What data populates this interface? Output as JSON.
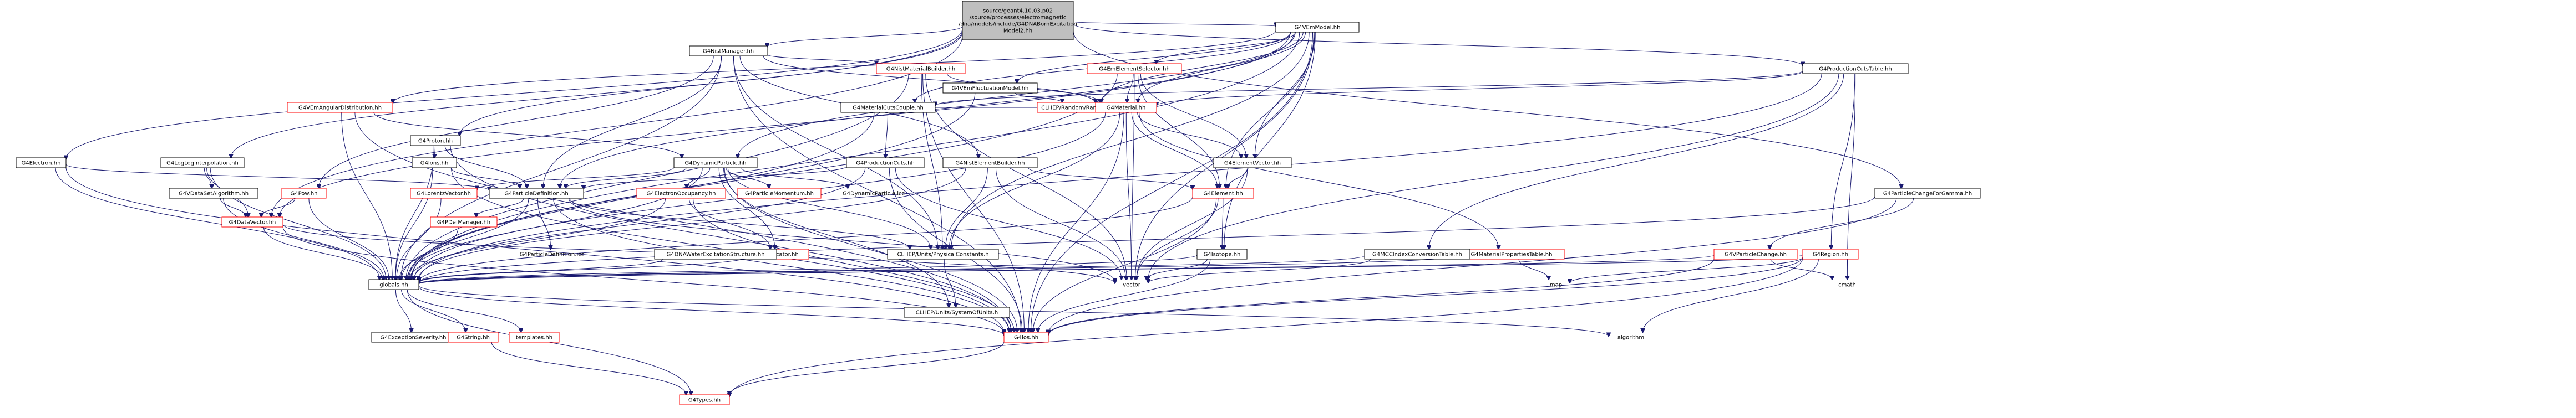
{
  "graph": {
    "title": "",
    "nodes": [
      {
        "id": "root",
        "label": [
          "source/geant4.10.03.p02",
          "/source/processes/electromagnetic",
          "/dna/models/include/G4DNABornExcitation",
          "Model2.hh"
        ],
        "style": "root"
      },
      {
        "id": "G4VEmModel",
        "label": [
          "G4VEmModel.hh"
        ],
        "style": "black"
      },
      {
        "id": "G4NistManager",
        "label": [
          "G4NistManager.hh"
        ],
        "style": "black"
      },
      {
        "id": "G4Electron",
        "label": [
          "G4Electron.hh"
        ],
        "style": "black"
      },
      {
        "id": "G4LogLogInterpolation",
        "label": [
          "G4LogLogInterpolation.hh"
        ],
        "style": "black"
      },
      {
        "id": "G4Proton",
        "label": [
          "G4Proton.hh"
        ],
        "style": "black"
      },
      {
        "id": "G4ProductionCutsTable",
        "label": [
          "G4ProductionCutsTable.hh"
        ],
        "style": "black"
      },
      {
        "id": "G4ParticleChangeForGamma",
        "label": [
          "G4ParticleChangeForGamma.hh"
        ],
        "style": "black"
      },
      {
        "id": "G4NistMaterialBuilder",
        "label": [
          "G4NistMaterialBuilder.hh"
        ],
        "style": "red"
      },
      {
        "id": "G4VEmFluctuationModel",
        "label": [
          "G4VEmFluctuationModel.hh"
        ],
        "style": "black"
      },
      {
        "id": "G4EmElementSelector",
        "label": [
          "G4EmElementSelector.hh"
        ],
        "style": "red"
      },
      {
        "id": "G4VEmAngularDistribution",
        "label": [
          "G4VEmAngularDistribution.hh"
        ],
        "style": "red"
      },
      {
        "id": "G4MaterialCutsCouple",
        "label": [
          "G4MaterialCutsCouple.hh"
        ],
        "style": "black"
      },
      {
        "id": "CLHEPRandom",
        "label": [
          "CLHEP/Random/RandomEngine.h"
        ],
        "style": "red"
      },
      {
        "id": "G4Material",
        "label": [
          "G4Material.hh"
        ],
        "style": "red"
      },
      {
        "id": "G4Ions",
        "label": [
          "G4Ions.hh"
        ],
        "style": "black"
      },
      {
        "id": "G4DynamicParticle",
        "label": [
          "G4DynamicParticle.hh"
        ],
        "style": "black"
      },
      {
        "id": "G4ProductionCuts",
        "label": [
          "G4ProductionCuts.hh"
        ],
        "style": "black"
      },
      {
        "id": "G4NistElementBuilder",
        "label": [
          "G4NistElementBuilder.hh"
        ],
        "style": "black"
      },
      {
        "id": "G4ElementVector",
        "label": [
          "G4ElementVector.hh"
        ],
        "style": "black"
      },
      {
        "id": "G4VDataSetAlgorithm",
        "label": [
          "G4VDataSetAlgorithm.hh"
        ],
        "style": "black"
      },
      {
        "id": "G4Pow",
        "label": [
          "G4Pow.hh"
        ],
        "style": "red"
      },
      {
        "id": "G4LorentzVector",
        "label": [
          "G4LorentzVector.hh"
        ],
        "style": "red"
      },
      {
        "id": "G4ParticleDefinition",
        "label": [
          "G4ParticleDefinition.hh"
        ],
        "style": "black"
      },
      {
        "id": "G4ElectronOccupancy",
        "label": [
          "G4ElectronOccupancy.hh"
        ],
        "style": "red"
      },
      {
        "id": "G4ParticleMomentum",
        "label": [
          "G4ParticleMomentum.hh"
        ],
        "style": "red"
      },
      {
        "id": "G4DynamicParticleIcc",
        "label": [
          "G4DynamicParticle.icc"
        ],
        "style": "plain"
      },
      {
        "id": "G4Element",
        "label": [
          "G4Element.hh"
        ],
        "style": "red"
      },
      {
        "id": "G4MaterialPropertiesTable",
        "label": [
          "G4MaterialPropertiesTable.hh"
        ],
        "style": "red"
      },
      {
        "id": "G4MCCIndexConversionTable",
        "label": [
          "G4MCCIndexConversionTable.hh"
        ],
        "style": "black"
      },
      {
        "id": "G4VParticleChange",
        "label": [
          "G4VParticleChange.hh"
        ],
        "style": "red"
      },
      {
        "id": "G4Region",
        "label": [
          "G4Region.hh"
        ],
        "style": "red"
      },
      {
        "id": "G4PDefManager",
        "label": [
          "G4PDefManager.hh"
        ],
        "style": "red"
      },
      {
        "id": "G4DataVector",
        "label": [
          "G4DataVector.hh"
        ],
        "style": "red"
      },
      {
        "id": "G4ParticleDefinitionIcc",
        "label": [
          "G4ParticleDefinition.icc"
        ],
        "style": "plain"
      },
      {
        "id": "G4Allocator",
        "label": [
          "G4Allocator.hh"
        ],
        "style": "red"
      },
      {
        "id": "G4DNAWaterExcitationStructure",
        "label": [
          "G4DNAWaterExcitationStructure.hh"
        ],
        "style": "black"
      },
      {
        "id": "CLHEPPhysConst",
        "label": [
          "CLHEP/Units/PhysicalConstants.h"
        ],
        "style": "black"
      },
      {
        "id": "G4Isotope",
        "label": [
          "G4Isotope.hh"
        ],
        "style": "black"
      },
      {
        "id": "vector",
        "label": [
          "vector"
        ],
        "style": "plain"
      },
      {
        "id": "map",
        "label": [
          "map"
        ],
        "style": "plain"
      },
      {
        "id": "cmath",
        "label": [
          "cmath"
        ],
        "style": "plain"
      },
      {
        "id": "globals",
        "label": [
          "globals.hh"
        ],
        "style": "black"
      },
      {
        "id": "CLHEPSystemOfUnits",
        "label": [
          "CLHEP/Units/SystemOfUnits.h"
        ],
        "style": "black"
      },
      {
        "id": "algorithm",
        "label": [
          "algorithm"
        ],
        "style": "plain"
      },
      {
        "id": "G4ExceptionSeverity",
        "label": [
          "G4ExceptionSeverity.hh"
        ],
        "style": "black"
      },
      {
        "id": "G4String",
        "label": [
          "G4String.hh"
        ],
        "style": "red"
      },
      {
        "id": "templates",
        "label": [
          "templates.hh"
        ],
        "style": "red"
      },
      {
        "id": "G4ios",
        "label": [
          "G4ios.hh"
        ],
        "style": "red"
      },
      {
        "id": "G4Types",
        "label": [
          "G4Types.hh"
        ],
        "style": "red"
      }
    ],
    "edges": [
      [
        "root",
        "G4VEmModel"
      ],
      [
        "root",
        "G4NistManager"
      ],
      [
        "root",
        "G4Electron"
      ],
      [
        "root",
        "G4LogLogInterpolation"
      ],
      [
        "root",
        "G4Proton"
      ],
      [
        "root",
        "G4ProductionCutsTable"
      ],
      [
        "root",
        "G4ParticleChangeForGamma"
      ],
      [
        "root",
        "G4DataVector"
      ],
      [
        "G4VEmModel",
        "G4VEmFluctuationModel"
      ],
      [
        "G4VEmModel",
        "G4EmElementSelector"
      ],
      [
        "G4VEmModel",
        "G4MaterialCutsCouple"
      ],
      [
        "G4VEmModel",
        "CLHEPRandom"
      ],
      [
        "G4VEmModel",
        "G4Material"
      ],
      [
        "G4VEmModel",
        "G4ElementVector"
      ],
      [
        "G4VEmModel",
        "G4Element"
      ],
      [
        "G4VEmModel",
        "G4Isotope"
      ],
      [
        "G4VEmModel",
        "G4DataVector"
      ],
      [
        "G4VEmModel",
        "G4VEmAngularDistribution"
      ],
      [
        "G4VEmModel",
        "G4DynamicParticle"
      ],
      [
        "G4VEmModel",
        "G4ParticleDefinition"
      ],
      [
        "G4VEmModel",
        "CLHEPPhysConst"
      ],
      [
        "G4VEmModel",
        "vector"
      ],
      [
        "G4VEmModel",
        "globals"
      ],
      [
        "G4VEmModel",
        "G4ios"
      ],
      [
        "G4NistManager",
        "G4NistMaterialBuilder"
      ],
      [
        "G4NistManager",
        "G4NistElementBuilder"
      ],
      [
        "G4NistManager",
        "G4Material"
      ],
      [
        "G4NistManager",
        "G4Pow"
      ],
      [
        "G4NistManager",
        "CLHEPPhysConst"
      ],
      [
        "G4NistManager",
        "globals"
      ],
      [
        "G4NistManager",
        "G4ios"
      ],
      [
        "G4NistManager",
        "G4ParticleDefinition"
      ],
      [
        "G4NistMaterialBuilder",
        "G4Material"
      ],
      [
        "G4NistMaterialBuilder",
        "G4ios"
      ],
      [
        "G4NistMaterialBuilder",
        "globals"
      ],
      [
        "G4NistMaterialBuilder",
        "vector"
      ],
      [
        "G4NistMaterialBuilder",
        "CLHEPPhysConst"
      ],
      [
        "G4NistElementBuilder",
        "CLHEPPhysConst"
      ],
      [
        "G4NistElementBuilder",
        "G4Element"
      ],
      [
        "G4NistElementBuilder",
        "vector"
      ],
      [
        "G4NistElementBuilder",
        "globals"
      ],
      [
        "G4EmElementSelector",
        "G4Material"
      ],
      [
        "G4EmElementSelector",
        "G4Element"
      ],
      [
        "G4EmElementSelector",
        "G4ElementVector"
      ],
      [
        "G4EmElementSelector",
        "vector"
      ],
      [
        "G4EmElementSelector",
        "globals"
      ],
      [
        "G4VEmFluctuationModel",
        "CLHEPRandom"
      ],
      [
        "G4VEmFluctuationModel",
        "globals"
      ],
      [
        "G4MaterialCutsCouple",
        "G4ProductionCuts"
      ],
      [
        "G4MaterialCutsCouple",
        "G4Material"
      ],
      [
        "G4MaterialCutsCouple",
        "globals"
      ],
      [
        "G4ProductionCuts",
        "G4ParticleDefinition"
      ],
      [
        "G4ProductionCuts",
        "vector"
      ],
      [
        "G4ProductionCuts",
        "globals"
      ],
      [
        "G4ProductionCuts",
        "G4ios"
      ],
      [
        "G4Material",
        "G4ElementVector"
      ],
      [
        "G4Material",
        "G4Element"
      ],
      [
        "G4Material",
        "G4MaterialPropertiesTable"
      ],
      [
        "G4Material",
        "vector"
      ],
      [
        "G4Material",
        "globals"
      ],
      [
        "G4Material",
        "G4ios"
      ],
      [
        "G4Material",
        "CLHEPPhysConst"
      ],
      [
        "G4ElementVector",
        "G4Element"
      ],
      [
        "G4ElementVector",
        "vector"
      ],
      [
        "G4Element",
        "G4Isotope"
      ],
      [
        "G4Element",
        "vector"
      ],
      [
        "G4Element",
        "globals"
      ],
      [
        "G4Element",
        "G4ios"
      ],
      [
        "G4Isotope",
        "vector"
      ],
      [
        "G4Isotope",
        "globals"
      ],
      [
        "G4Isotope",
        "G4ios"
      ],
      [
        "G4MaterialPropertiesTable",
        "map"
      ],
      [
        "G4MaterialPropertiesTable",
        "globals"
      ],
      [
        "G4ProductionCutsTable",
        "G4MaterialCutsCouple"
      ],
      [
        "G4ProductionCutsTable",
        "G4Material"
      ],
      [
        "G4ProductionCutsTable",
        "G4Region"
      ],
      [
        "G4ProductionCutsTable",
        "G4MCCIndexConversionTable"
      ],
      [
        "G4ProductionCutsTable",
        "vector"
      ],
      [
        "G4ProductionCutsTable",
        "globals"
      ],
      [
        "G4ProductionCutsTable",
        "cmath"
      ],
      [
        "G4MCCIndexConversionTable",
        "vector"
      ],
      [
        "G4MCCIndexConversionTable",
        "globals"
      ],
      [
        "G4Region",
        "G4ios"
      ],
      [
        "G4Region",
        "G4Types"
      ],
      [
        "G4Region",
        "algorithm"
      ],
      [
        "G4Region",
        "map"
      ],
      [
        "G4Region",
        "globals"
      ],
      [
        "G4ParticleChangeForGamma",
        "G4VParticleChange"
      ],
      [
        "G4ParticleChangeForGamma",
        "globals"
      ],
      [
        "G4ParticleChangeForGamma",
        "G4ios"
      ],
      [
        "G4VParticleChange",
        "globals"
      ],
      [
        "G4VParticleChange",
        "G4ios"
      ],
      [
        "G4VParticleChange",
        "cmath"
      ],
      [
        "G4Electron",
        "G4ParticleDefinition"
      ],
      [
        "G4Electron",
        "globals"
      ],
      [
        "G4Electron",
        "G4ios"
      ],
      [
        "G4Proton",
        "G4ParticleDefinition"
      ],
      [
        "G4Proton",
        "G4Ions"
      ],
      [
        "G4Proton",
        "globals"
      ],
      [
        "G4Proton",
        "G4ios"
      ],
      [
        "G4Ions",
        "G4ParticleDefinition"
      ],
      [
        "G4Ions",
        "globals"
      ],
      [
        "G4Ions",
        "G4ios"
      ],
      [
        "G4LogLogInterpolation",
        "G4VDataSetAlgorithm"
      ],
      [
        "G4LogLogInterpolation",
        "G4DataVector"
      ],
      [
        "G4LogLogInterpolation",
        "globals"
      ],
      [
        "G4VDataSetAlgorithm",
        "G4DataVector"
      ],
      [
        "G4VDataSetAlgorithm",
        "globals"
      ],
      [
        "G4VEmAngularDistribution",
        "G4DynamicParticle"
      ],
      [
        "G4VEmAngularDistribution",
        "globals"
      ],
      [
        "G4VEmAngularDistribution",
        "G4ios"
      ],
      [
        "G4DynamicParticle",
        "G4ParticleDefinition"
      ],
      [
        "G4DynamicParticle",
        "G4LorentzVector"
      ],
      [
        "G4DynamicParticle",
        "G4ElectronOccupancy"
      ],
      [
        "G4DynamicParticle",
        "G4ParticleMomentum"
      ],
      [
        "G4DynamicParticle",
        "G4DynamicParticleIcc"
      ],
      [
        "G4DynamicParticle",
        "G4Allocator"
      ],
      [
        "G4DynamicParticle",
        "CLHEPPhysConst"
      ],
      [
        "G4DynamicParticle",
        "globals"
      ],
      [
        "G4DynamicParticle",
        "G4ios"
      ],
      [
        "G4DynamicParticle",
        "CLHEPSystemOfUnits"
      ],
      [
        "G4ElectronOccupancy",
        "G4Allocator"
      ],
      [
        "G4ElectronOccupancy",
        "globals"
      ],
      [
        "G4ElectronOccupancy",
        "G4ios"
      ],
      [
        "G4ParticleDefinition",
        "G4PDefManager"
      ],
      [
        "G4ParticleDefinition",
        "G4ParticleDefinitionIcc"
      ],
      [
        "G4ParticleDefinition",
        "vector"
      ],
      [
        "G4ParticleDefinition",
        "globals"
      ],
      [
        "G4ParticleDefinition",
        "G4ios"
      ],
      [
        "G4ParticleDefinition",
        "CLHEPPhysConst"
      ],
      [
        "G4PDefManager",
        "globals"
      ],
      [
        "G4Pow",
        "G4DataVector"
      ],
      [
        "G4Pow",
        "globals"
      ],
      [
        "G4DataVector",
        "vector"
      ],
      [
        "G4DataVector",
        "globals"
      ],
      [
        "G4DataVector",
        "G4ios"
      ],
      [
        "G4LorentzVector",
        "globals"
      ],
      [
        "G4DNAWaterExcitationStructure",
        "globals"
      ],
      [
        "CLHEPPhysConst",
        "CLHEPSystemOfUnits"
      ],
      [
        "G4Allocator",
        "globals"
      ],
      [
        "globals",
        "G4ExceptionSeverity"
      ],
      [
        "globals",
        "G4String"
      ],
      [
        "globals",
        "templates"
      ],
      [
        "globals",
        "G4ios"
      ],
      [
        "globals",
        "G4Types"
      ],
      [
        "globals",
        "algorithm"
      ],
      [
        "G4String",
        "G4Types"
      ],
      [
        "G4ios",
        "G4Types"
      ]
    ]
  }
}
